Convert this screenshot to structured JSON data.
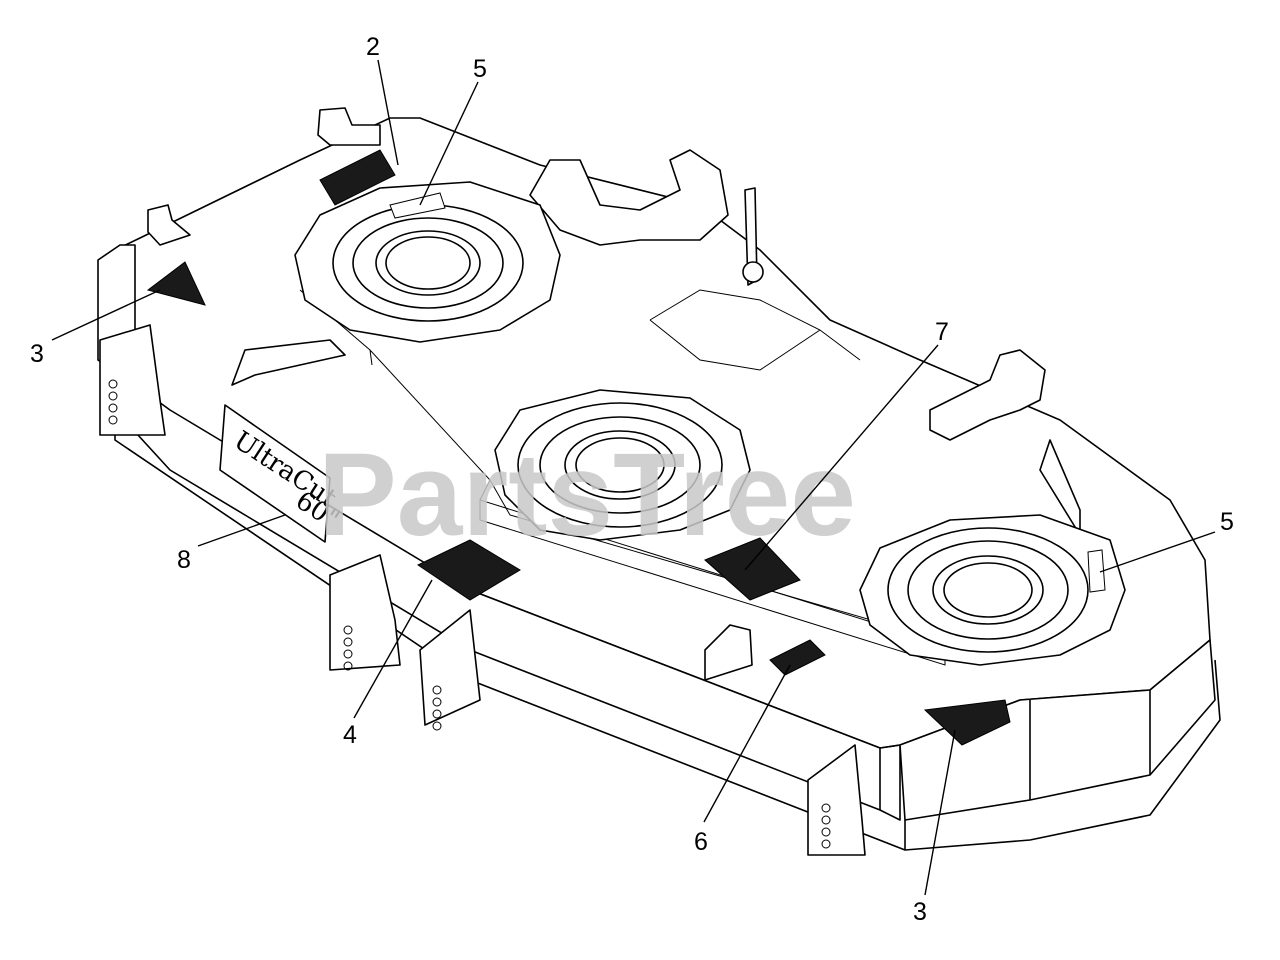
{
  "watermark": "PartsTree",
  "brand_decal": {
    "text": "UltraCut",
    "size_text": "60\""
  },
  "callouts": [
    {
      "id": "c2",
      "label": "2"
    },
    {
      "id": "c5a",
      "label": "5"
    },
    {
      "id": "c3a",
      "label": "3"
    },
    {
      "id": "c7",
      "label": "7"
    },
    {
      "id": "c5b",
      "label": "5"
    },
    {
      "id": "c8",
      "label": "8"
    },
    {
      "id": "c4",
      "label": "4"
    },
    {
      "id": "c6",
      "label": "6"
    },
    {
      "id": "c3b",
      "label": "3"
    }
  ],
  "colors": {
    "line": "#000000",
    "background": "#ffffff",
    "watermark": "#c8c8c8"
  }
}
